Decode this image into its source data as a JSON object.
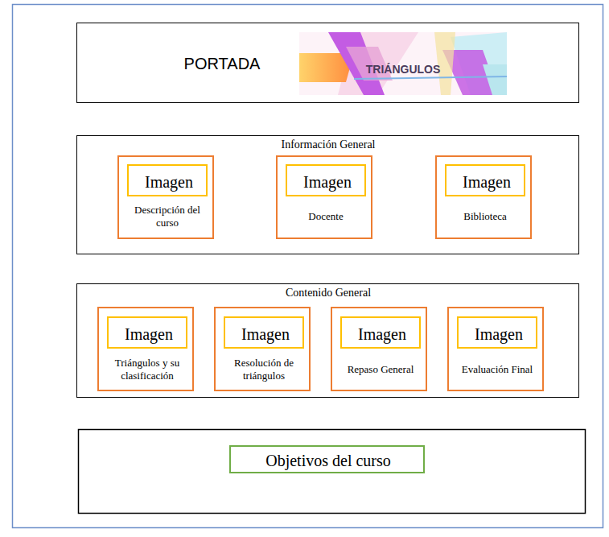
{
  "diagram": {
    "nodes": [
      {
        "text": [
          "PORTADA",
          "TRIÁNGULOS"
        ]
      },
      {
        "text": [
          "Información General"
        ]
      },
      {
        "text": [
          "Descripción del curso"
        ],
        "in": 1
      },
      {
        "text": [
          "Imagen"
        ],
        "in": 2
      },
      {
        "text": [
          "Docente"
        ],
        "in": 1
      },
      {
        "text": [
          "Imagen"
        ],
        "in": 4
      },
      {
        "text": [
          "Biblioteca"
        ],
        "in": 1
      },
      {
        "text": [
          "Imagen"
        ],
        "in": 6
      },
      {
        "text": [
          "Contenido General"
        ]
      },
      {
        "text": [
          "Triángulos y su clasificación"
        ],
        "in": 8
      },
      {
        "text": [
          "Imagen"
        ],
        "in": 9
      },
      {
        "text": [
          "Resolución de triángulos"
        ],
        "in": 8
      },
      {
        "text": [
          "Imagen"
        ],
        "in": 11
      },
      {
        "text": [
          "Repaso General"
        ],
        "in": 8
      },
      {
        "text": [
          "Imagen"
        ],
        "in": 13
      },
      {
        "text": [
          "Evaluación Final"
        ],
        "in": 8
      },
      {
        "text": [
          "Imagen"
        ],
        "in": 15
      },
      {
        "text": [
          "Objetivos del curso"
        ]
      }
    ]
  }
}
